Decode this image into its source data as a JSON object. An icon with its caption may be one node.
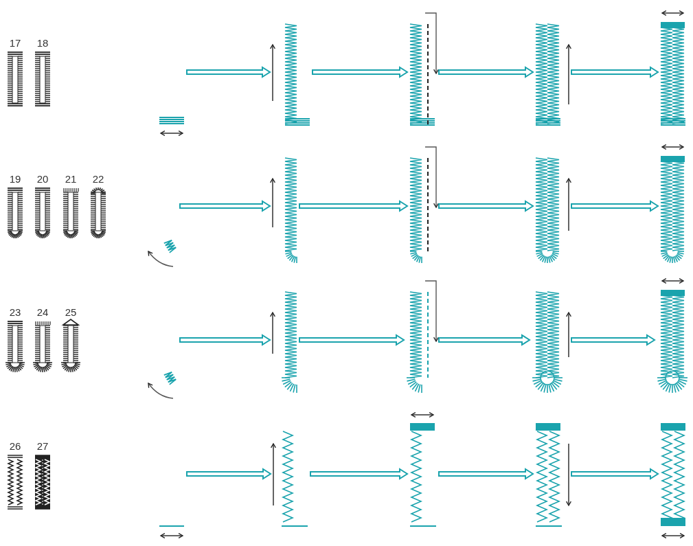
{
  "diagram": {
    "nodes": [
      {
        "text": [],
        "shape": "picture"
      },
      {
        "text": [],
        "shape": "picture"
      },
      {
        "text": [],
        "shape": "picture"
      },
      {
        "text": [],
        "shape": "picture"
      },
      {
        "text": [],
        "shape": "picture"
      },
      {
        "text": [],
        "shape": "picture"
      },
      {
        "text": [],
        "shape": "picture"
      },
      {
        "text": [],
        "shape": "picture"
      },
      {
        "text": [],
        "shape": "picture"
      },
      {
        "text": [],
        "shape": "picture"
      },
      {
        "text": [],
        "shape": "picture"
      },
      {
        "text": [],
        "shape": "picture"
      },
      {
        "text": [],
        "shape": "picture"
      },
      {
        "text": [],
        "shape": "picture"
      },
      {
        "text": [],
        "shape": "picture"
      },
      {
        "text": [],
        "shape": "picture"
      },
      {
        "text": [],
        "shape": "picture"
      },
      {
        "text": [],
        "shape": "picture"
      },
      {
        "text": [],
        "shape": "picture"
      },
      {
        "text": [],
        "shape": "picture"
      }
    ],
    "edges": [
      {
        "from": 0,
        "to": 1,
        "arrow": "to"
      },
      {
        "from": 1,
        "to": 2,
        "arrow": "to"
      },
      {
        "from": 2,
        "to": 3,
        "arrow": "to"
      },
      {
        "from": 3,
        "to": 4,
        "arrow": "to"
      },
      {
        "from": 5,
        "to": 6,
        "arrow": "to"
      },
      {
        "from": 6,
        "to": 7,
        "arrow": "to"
      },
      {
        "from": 7,
        "to": 8,
        "arrow": "to"
      },
      {
        "from": 8,
        "to": 9,
        "arrow": "to"
      },
      {
        "from": 10,
        "to": 11,
        "arrow": "to"
      },
      {
        "from": 11,
        "to": 12,
        "arrow": "to"
      },
      {
        "from": 12,
        "to": 13,
        "arrow": "to"
      },
      {
        "from": 13,
        "to": 14,
        "arrow": "to"
      },
      {
        "from": 15,
        "to": 16,
        "arrow": "to"
      },
      {
        "from": 16,
        "to": 17,
        "arrow": "to"
      },
      {
        "from": 17,
        "to": 18,
        "arrow": "to"
      },
      {
        "from": 18,
        "to": 19,
        "arrow": "to"
      }
    ],
    "labels": [
      "17",
      "18",
      "19",
      "20",
      "21",
      "22",
      "23",
      "24",
      "25",
      "26",
      "27"
    ]
  }
}
